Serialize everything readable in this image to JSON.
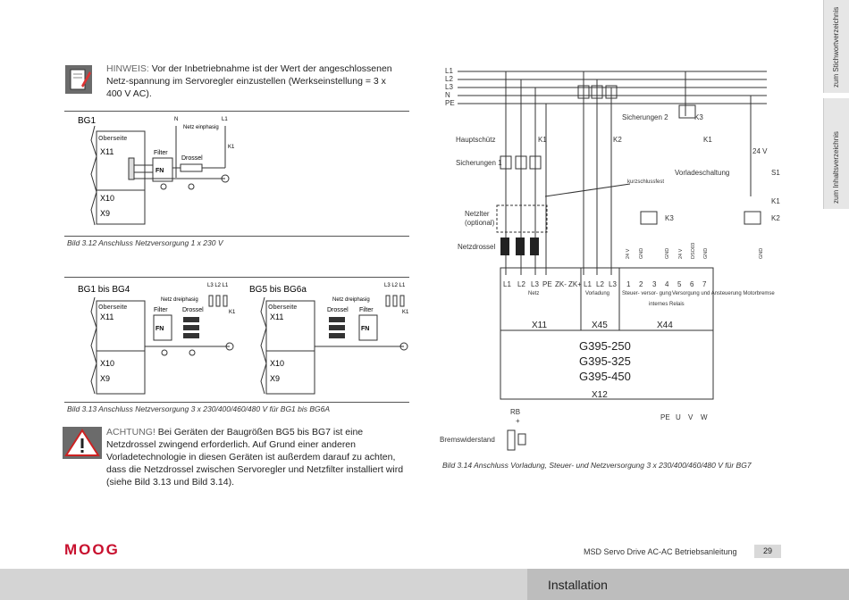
{
  "side_tabs": {
    "keyword_index": "zum Stichwortverzeichnis",
    "contents": "zum Inhaltsverzeichnis"
  },
  "note": {
    "label": "HINWEIS:",
    "text": "Vor der Inbetriebnahme ist der Wert der angeschlossenen Netz-spannung im Servoregler einzustellen (Werkseinstellung = 3 x 400 V AC)."
  },
  "warning": {
    "label": "ACHTUNG!",
    "text": "Bei Geräten der Baugrößen BG5 bis BG7 ist eine Netzdrossel zwingend erforderlich. Auf Grund einer anderen Vorladetechnologie in diesen Geräten ist außerdem darauf zu achten, dass die Netzdrossel zwischen Servoregler und Netzfilter installiert wird (siehe Bild 3.13 und Bild 3.14)."
  },
  "fig312": {
    "title": "BG1",
    "top": "Oberseite",
    "x11": "X11",
    "x10": "X10",
    "x9": "X9",
    "filter": "Filter",
    "drossel": "Drossel",
    "fn": "FN",
    "net": "Netz einphasig",
    "n": "N",
    "l1": "L1",
    "k1": "K1",
    "caption": "Bild 3.12   Anschluss Netzversorgung 1 x 230 V"
  },
  "fig313a": {
    "title": "BG1 bis BG4",
    "top": "Oberseite",
    "x11": "X11",
    "x10": "X10",
    "x9": "X9",
    "filter": "Filter",
    "drossel": "Drossel",
    "fn": "FN",
    "net": "Netz dreiphasig",
    "phases": "L3  L2  L1",
    "k1": "K1"
  },
  "fig313b": {
    "title": "BG5 bis BG6a",
    "top": "Oberseite",
    "x11": "X11",
    "x10": "X10",
    "x9": "X9",
    "filter": "Filter",
    "drossel": "Drossel",
    "fn": "FN",
    "net": "Netz dreiphasig",
    "phases": "L3  L2  L1",
    "k1": "K1"
  },
  "fig313_caption": "Bild 3.13   Anschluss Netzversorgung 3 x 230/400/460/480 V für BG1 bis BG6A",
  "fig314": {
    "lines": [
      "L1",
      "L2",
      "L3",
      "N",
      "PE"
    ],
    "hauptschuetz": "Hauptschütz",
    "sicherungen1": "Sicherungen 1",
    "netzfilter1": "Netzlter",
    "netzfilter2": "(optional)",
    "netzdrossel": "Netzdrossel",
    "sicherungen2": "Sicherungen 2",
    "kurzschluss": "kurzschlussfest",
    "vorlade": "Vorladeschaltung",
    "v24": "24 V",
    "k1": "K1",
    "k2": "K2",
    "k3": "K3",
    "s1": "S1",
    "sig_24v": "24 V",
    "sig_gnd": "GND",
    "sig_dso03": "DSO03",
    "term_x11": [
      "L1",
      "L2",
      "L3",
      "PE",
      "ZK-",
      "ZK+"
    ],
    "term_x45": [
      "L1",
      "L2",
      "L3"
    ],
    "term_x44": [
      "1",
      "2",
      "3",
      "4",
      "5",
      "6",
      "7"
    ],
    "netz": "Netz",
    "vorladung": "Vorladung",
    "steuer": "Steuer-\nversor-\ngung",
    "relais": "internes\nRelais",
    "versorgung": "Versorgung und\nAnsteuerung\nMotorbremse",
    "x11": "X11",
    "x45": "X45",
    "x44": "X44",
    "models": [
      "G395-250",
      "G395-325",
      "G395-450"
    ],
    "x12": "X12",
    "rb": "RB",
    "plus": "+",
    "out": [
      "PE",
      "U",
      "V",
      "W"
    ],
    "brems": "Bremswiderstand",
    "caption": "Bild 3.14   Anschluss Vorladung, Steuer- und Netzversorgung 3 x 230/400/460/480 V für BG7"
  },
  "footer": {
    "logo": "MOOG",
    "doc": "MSD Servo Drive AC-AC Betriebsanleitung",
    "page": "29",
    "section": "Installation"
  }
}
